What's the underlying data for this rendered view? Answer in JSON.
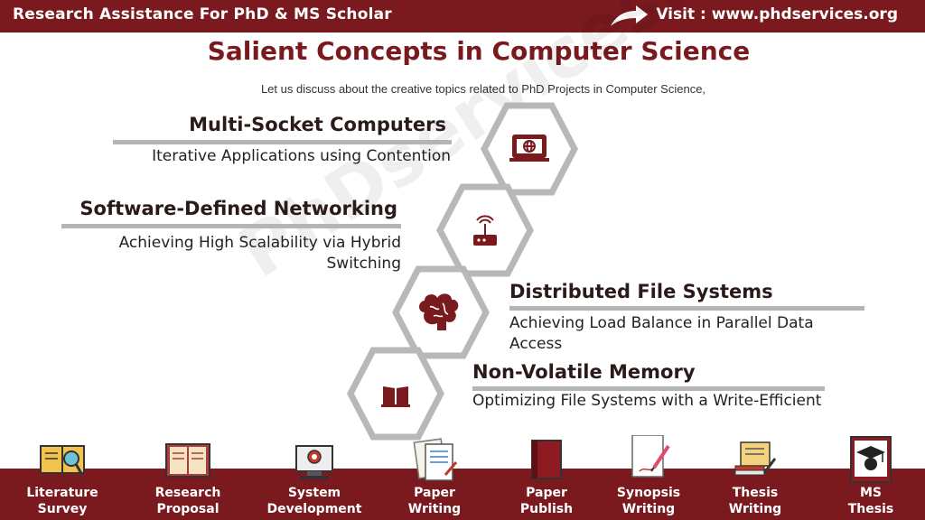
{
  "header": {
    "brand": "Research Assistance For PhD & MS Scholar",
    "visit": "Visit : www.phdservices.org"
  },
  "title": "Salient Concepts in Computer Science",
  "subtitle": "Let us discuss about the creative topics related to PhD Projects in Computer Science,",
  "watermark": "PhDservices.org",
  "items": [
    {
      "title": "Multi-Socket Computers",
      "desc": "Iterative Applications using Contention",
      "icon": "monitor-globe-icon"
    },
    {
      "title": "Software-Defined Networking",
      "desc": "Achieving High Scalability via Hybrid Switching",
      "icon": "router-icon"
    },
    {
      "title": "Distributed File Systems",
      "desc": "Achieving Load Balance in Parallel Data Access",
      "icon": "brain-icon"
    },
    {
      "title": "Non-Volatile Memory",
      "desc": "Optimizing File Systems with a Write-Efficient",
      "icon": "book-icon"
    }
  ],
  "services": [
    {
      "line1": "Literature",
      "line2": "Survey",
      "icon": "magnifier-book-icon"
    },
    {
      "line1": "Research",
      "line2": "Proposal",
      "icon": "open-book-icon"
    },
    {
      "line1": "System",
      "line2": "Development",
      "icon": "computer-icon"
    },
    {
      "line1": "Paper",
      "line2": "Writing",
      "icon": "paper-writing-icon"
    },
    {
      "line1": "Paper",
      "line2": "Publish",
      "icon": "notebook-icon"
    },
    {
      "line1": "Synopsis",
      "line2": "Writing",
      "icon": "pen-paper-icon"
    },
    {
      "line1": "Thesis",
      "line2": "Writing",
      "icon": "scroll-icon"
    },
    {
      "line1": "MS",
      "line2": "Thesis",
      "icon": "graduate-icon"
    }
  ],
  "colors": {
    "brand": "#7a1a1f",
    "bar": "#b5b5b5",
    "hex": "#b8b8b8"
  }
}
